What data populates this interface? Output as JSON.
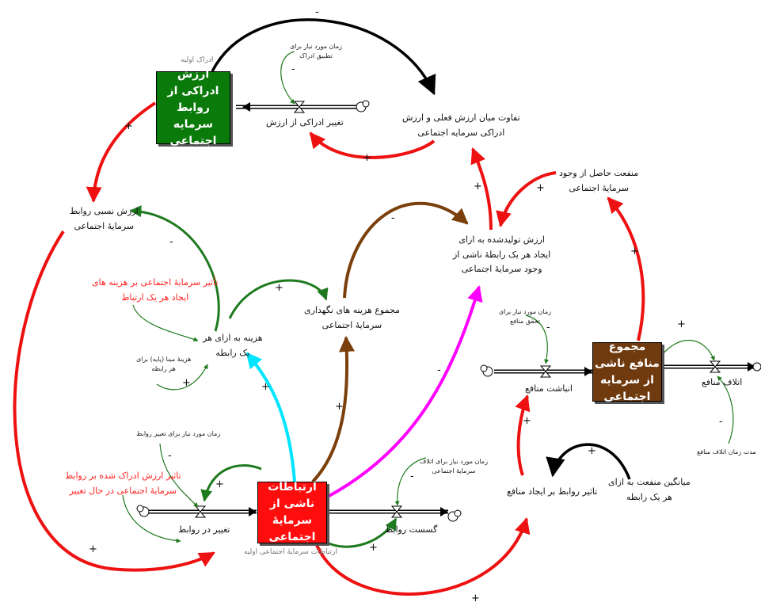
{
  "colors": {
    "black": "#000000",
    "red": "#ee1111",
    "green": "#1e7a1e",
    "brown": "#7a3f0a",
    "magenta": "#ff00ff",
    "cyan": "#00e5ff",
    "stock_green": "#0a7a0a",
    "stock_red": "#ff0d0d",
    "stock_brown": "#6e3a0e"
  },
  "stocks": {
    "perceived_value": [
      "ارزش ادراکی از روابط",
      "سرمایه اجتماعی"
    ],
    "relations": [
      "ارتباطات ناشی از",
      "سرمایهٔ اجتماعی"
    ],
    "benefits": [
      "مجموع منافع ناشی",
      "از سرمایه اجتماعی"
    ]
  },
  "flows": {
    "perception_change": "تغییر ادراکی از ارزش",
    "relations_change": "تغییر در روابط",
    "relations_break": "گسست روابط",
    "benefit_accumulation": "انباشت منافع",
    "benefit_loss": "اتلاف منافع"
  },
  "variables": {
    "value_gap": [
      "تفاوت میان ارزش فعلی و ارزش",
      "ادراکی سرمایه اجتماعی"
    ],
    "relative_value": [
      "ارزش نسبی روابط",
      "سرمایهٔ اجتماعی"
    ],
    "benefit_presence": [
      "منفعت حاصل از وجود",
      "سرمایهٔ اجتماعی"
    ],
    "value_per_relation": [
      "ارزش تولیدشده به ازای",
      "ایجاد هر یک رابطهٔ ناشی از",
      "وجود سرمایهٔ اجتماعی"
    ],
    "maintenance_cost": [
      "مجموع هزینه های نگهداری",
      "سرمایهٔ اجتماعی"
    ],
    "cost_per_relation": [
      "هزینه به ازای هر",
      "یک رابطه"
    ],
    "relations_effect_on_benefits": "تاثیر روابط بر ایجاد منافع",
    "avg_benefit": [
      "میانگین منفعت به ازای",
      "هر یک رابطه"
    ]
  },
  "red_labels": {
    "social_capital_cost_effect": [
      "تأثیر سرمایهٔ اجتماعی بر هزینه های",
      "ایجاد هر یک ارتباط"
    ],
    "perceived_change_effect": [
      "تاثیر ارزش ادراک شده بر روابط",
      "سرمایهٔ اجتماعی در حال تغییر"
    ]
  },
  "small_labels": {
    "perception_time": [
      "زمان مورد نیاز برای",
      "تطبیق ادراک"
    ],
    "base_cost": [
      "هزینهٔ مبنا (پایه) برای",
      "هر رابطه"
    ],
    "relations_change_time": "زمان مورد نیاز برای تغییر روابط",
    "break_time": [
      "زمان مورد نیاز برای اتلاف",
      "سرمایهٔ اجتماعی"
    ],
    "benefit_time": [
      "زمان مورد نیاز برای",
      "تحقق منافع"
    ],
    "loss_time": "مدت زمان اتلاف منافع"
  },
  "initial_labels": {
    "initial_perception": "ادراک اولیه",
    "initial_relations": "ارتباطات سرمایهٔ اجتماعی اولیه"
  },
  "polarities": {
    "plus": "+",
    "minus": "-"
  }
}
